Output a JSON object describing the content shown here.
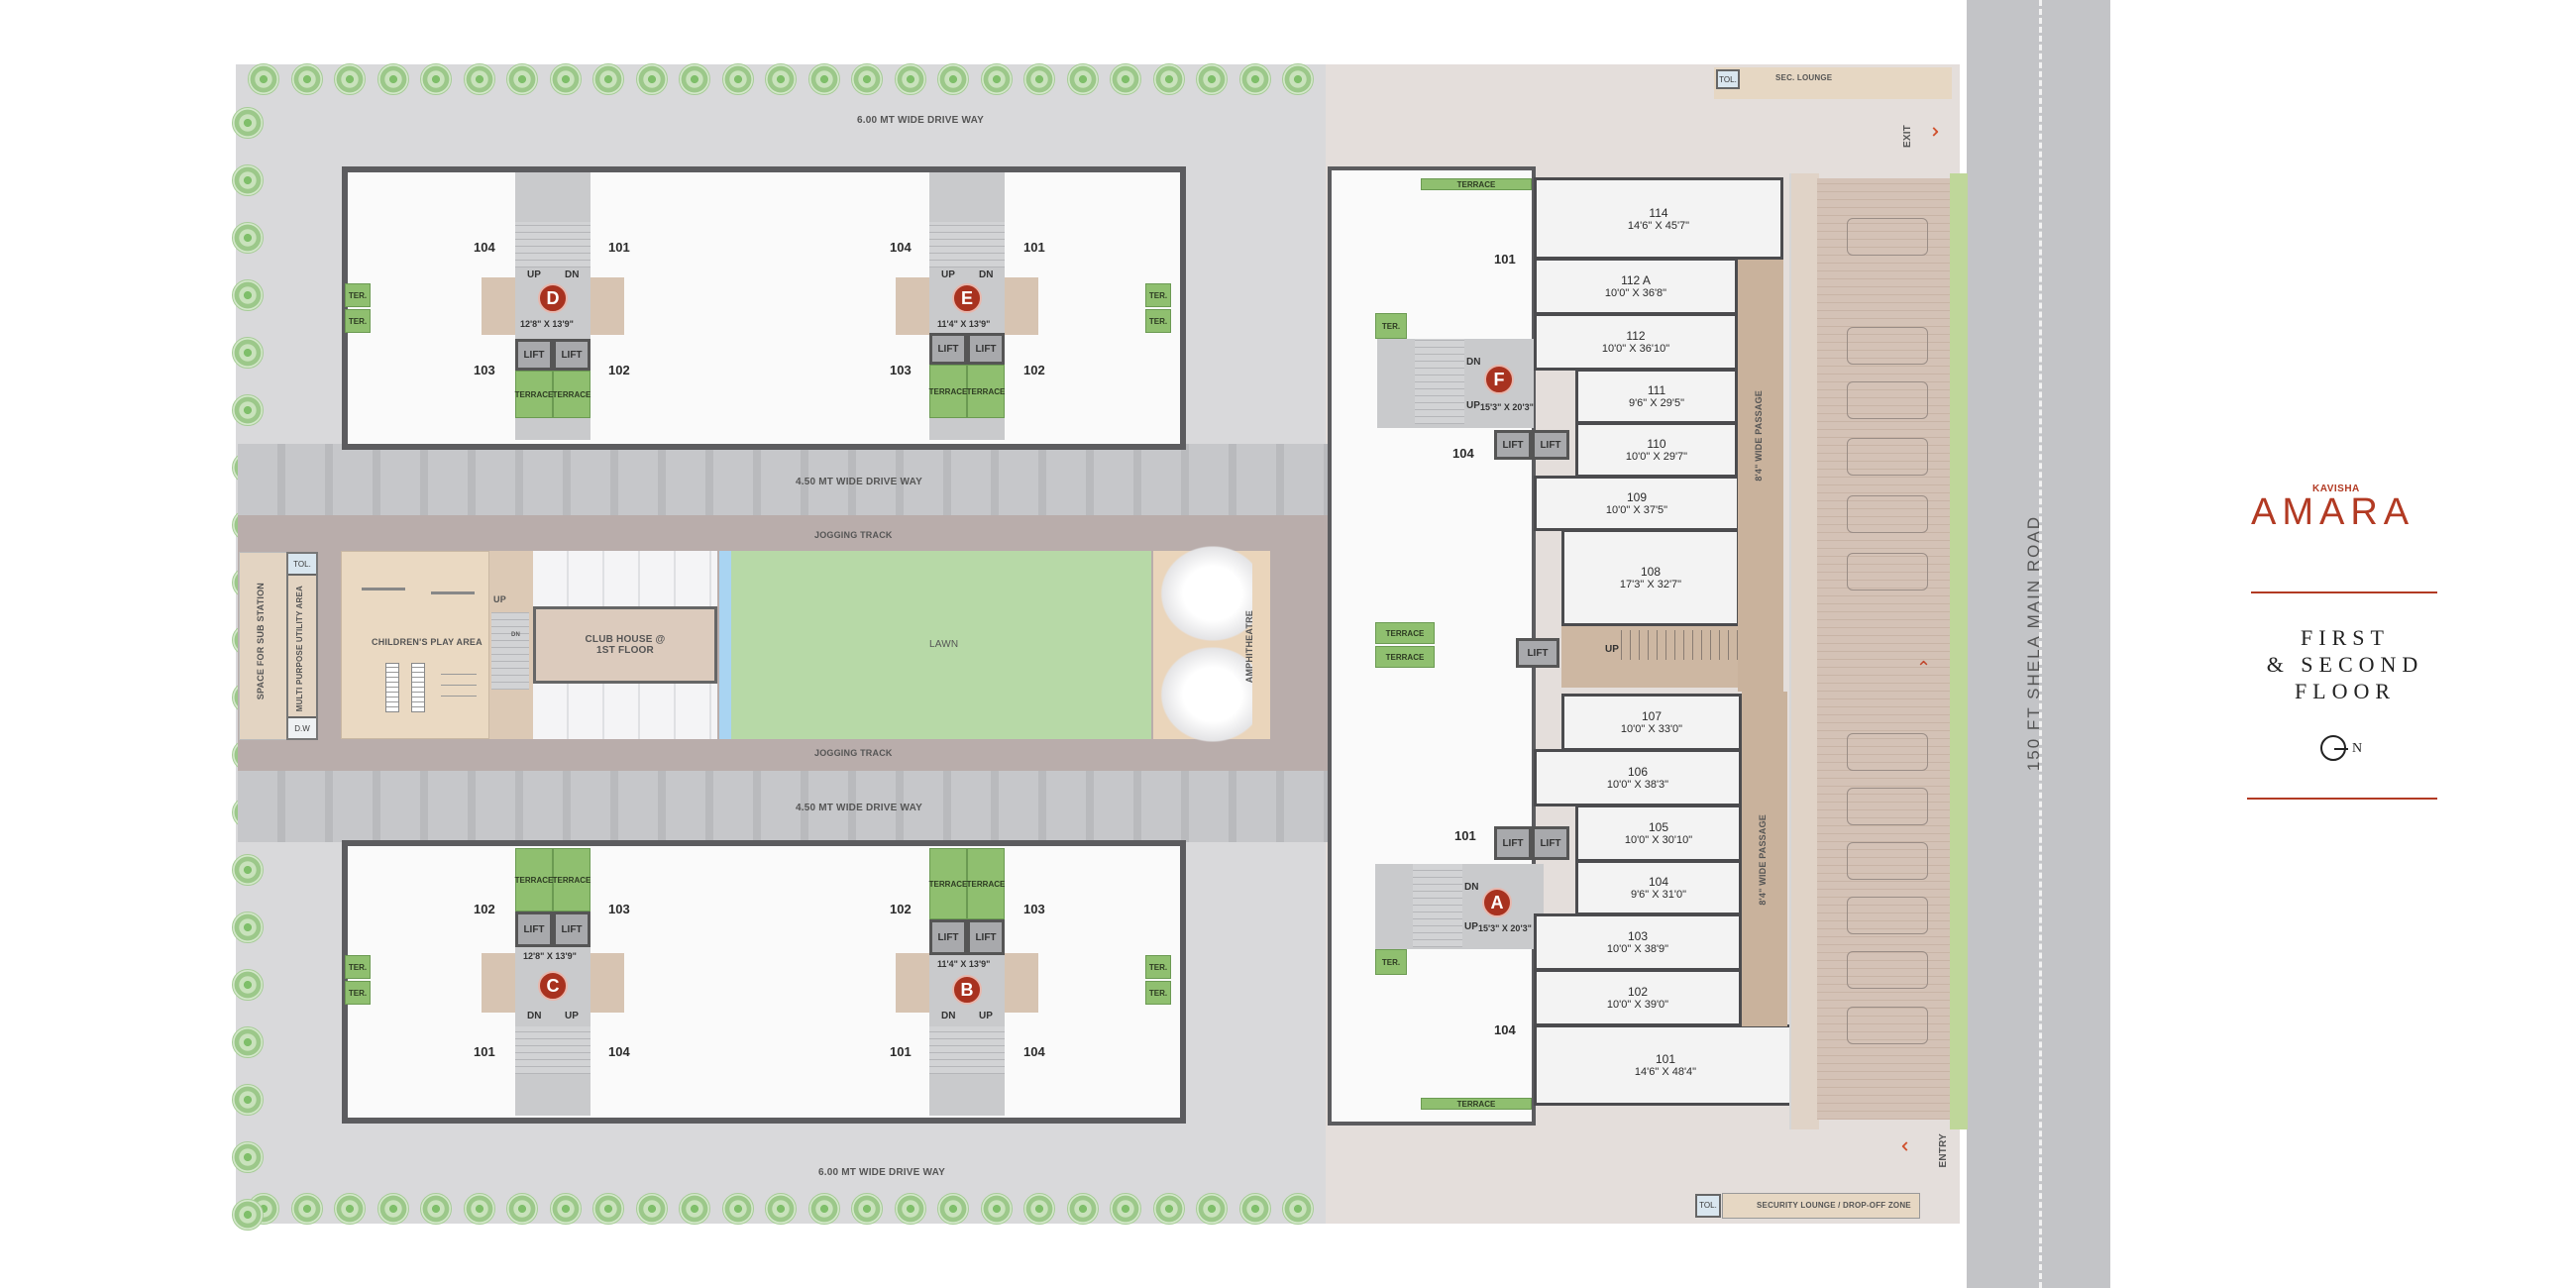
{
  "brand": {
    "developer": "KAVISHA",
    "project": "AMARA",
    "accent_color": "#b23a23",
    "plan_title_lines": [
      "FIRST",
      "& SECOND",
      "FLOOR"
    ],
    "north_label": "N"
  },
  "roads": {
    "main_road": "150 FT SHELA MAIN ROAD",
    "drive_top": "6.00 MT WIDE DRIVE WAY",
    "drive_bottom": "6.00 MT WIDE DRIVE WAY",
    "drive_mid_top": "4.50 MT WIDE DRIVE WAY",
    "drive_mid_bottom": "4.50 MT WIDE DRIVE WAY",
    "jogging_top": "JOGGING TRACK",
    "jogging_bottom": "JOGGING TRACK"
  },
  "amenities": {
    "sub_station": "SPACE FOR SUB STATION",
    "utility": "MULTI PURPOSE UTILITY AREA",
    "toilet": "TOL.",
    "drinking_water": "D.W",
    "play_area": "CHILDREN'S PLAY AREA",
    "club_house": "CLUB HOUSE @ 1ST FLOOR",
    "club_up": "UP",
    "club_dn": "DN",
    "lawn": "LAWN",
    "amphitheatre": "AMPHITHEATRE"
  },
  "gate": {
    "top_toilet": "TOL.",
    "sec_lounge": "SEC. LOUNGE",
    "exit": "EXIT",
    "entry": "ENTRY",
    "bottom_toilet": "TOL.",
    "security_dropoff": "SECURITY LOUNGE / DROP-OFF ZONE"
  },
  "common_labels": {
    "lift": "LIFT",
    "up": "UP",
    "dn": "DN",
    "terrace": "TERRACE",
    "ter": "TER.",
    "passage": "8'4\" WIDE PASSAGE"
  },
  "towers": {
    "D": {
      "label": "D",
      "lobby": "12'8\" X 13'9\"",
      "units": [
        "104",
        "101",
        "103",
        "102"
      ]
    },
    "E": {
      "label": "E",
      "lobby": "11'4\" X 13'9\"",
      "units": [
        "104",
        "101",
        "103",
        "102"
      ]
    },
    "C": {
      "label": "C",
      "lobby": "12'8\" X 13'9\"",
      "units": [
        "102",
        "103",
        "101",
        "104"
      ]
    },
    "B": {
      "label": "B",
      "lobby": "11'4\" X 13'9\"",
      "units": [
        "102",
        "103",
        "101",
        "104"
      ]
    },
    "F": {
      "label": "F",
      "lobby": "15'3\" X 20'3\"",
      "units": [
        "101",
        "104"
      ]
    },
    "A": {
      "label": "A",
      "lobby": "15'3\" X 20'3\"",
      "units": [
        "101",
        "104"
      ]
    }
  },
  "shops": [
    {
      "no": "114",
      "size": "14'6\" X 45'7\""
    },
    {
      "no": "112 A",
      "size": "10'0\" X 36'8\""
    },
    {
      "no": "112",
      "size": "10'0\" X 36'10\""
    },
    {
      "no": "111",
      "size": "9'6\" X 29'5\""
    },
    {
      "no": "110",
      "size": "10'0\" X 29'7\""
    },
    {
      "no": "109",
      "size": "10'0\" X 37'5\""
    },
    {
      "no": "108",
      "size": "17'3\" X 32'7\""
    },
    {
      "no": "107",
      "size": "10'0\" X 33'0\""
    },
    {
      "no": "106",
      "size": "10'0\" X 38'3\""
    },
    {
      "no": "105",
      "size": "10'0\" X 30'10\""
    },
    {
      "no": "104",
      "size": "9'6\" X 31'0\""
    },
    {
      "no": "103",
      "size": "10'0\" X 38'9\""
    },
    {
      "no": "102",
      "size": "10'0\" X 39'0\""
    },
    {
      "no": "101",
      "size": "14'6\" X 48'4\""
    }
  ]
}
